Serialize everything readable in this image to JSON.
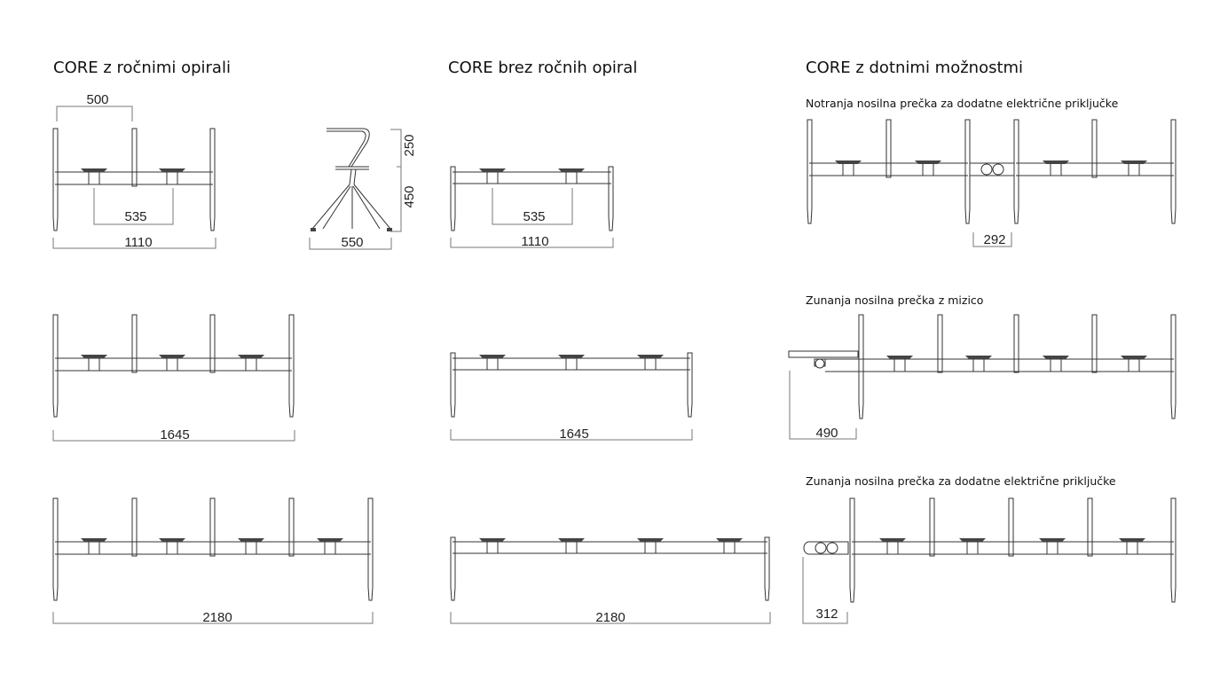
{
  "sections": {
    "with_armrests": {
      "title": "CORE z ročnimi opirali"
    },
    "without_armrests": {
      "title": "CORE brez ročnih opiral"
    },
    "options": {
      "title": "CORE z dotnimi možnostmi",
      "inner_beam": "Notranja nosilna prečka za dodatne električne priključke",
      "outer_table": "Zunanja nosilna prečka z mizico",
      "outer_beam": "Zunanja nosilna prečka za dodatne električne priključke"
    }
  },
  "dimensions": {
    "armrest_spacing": "500",
    "seat_spacing_a": "535",
    "width_2_a": "1110",
    "side_height_top": "250",
    "side_height_bottom": "450",
    "side_depth": "550",
    "seat_spacing_b": "535",
    "width_2_b": "1110",
    "width_3_a": "1645",
    "width_3_b": "1645",
    "width_4_a": "2180",
    "width_4_b": "2180",
    "inner_beam_width": "292",
    "table_width": "490",
    "outer_beam_width": "312"
  }
}
